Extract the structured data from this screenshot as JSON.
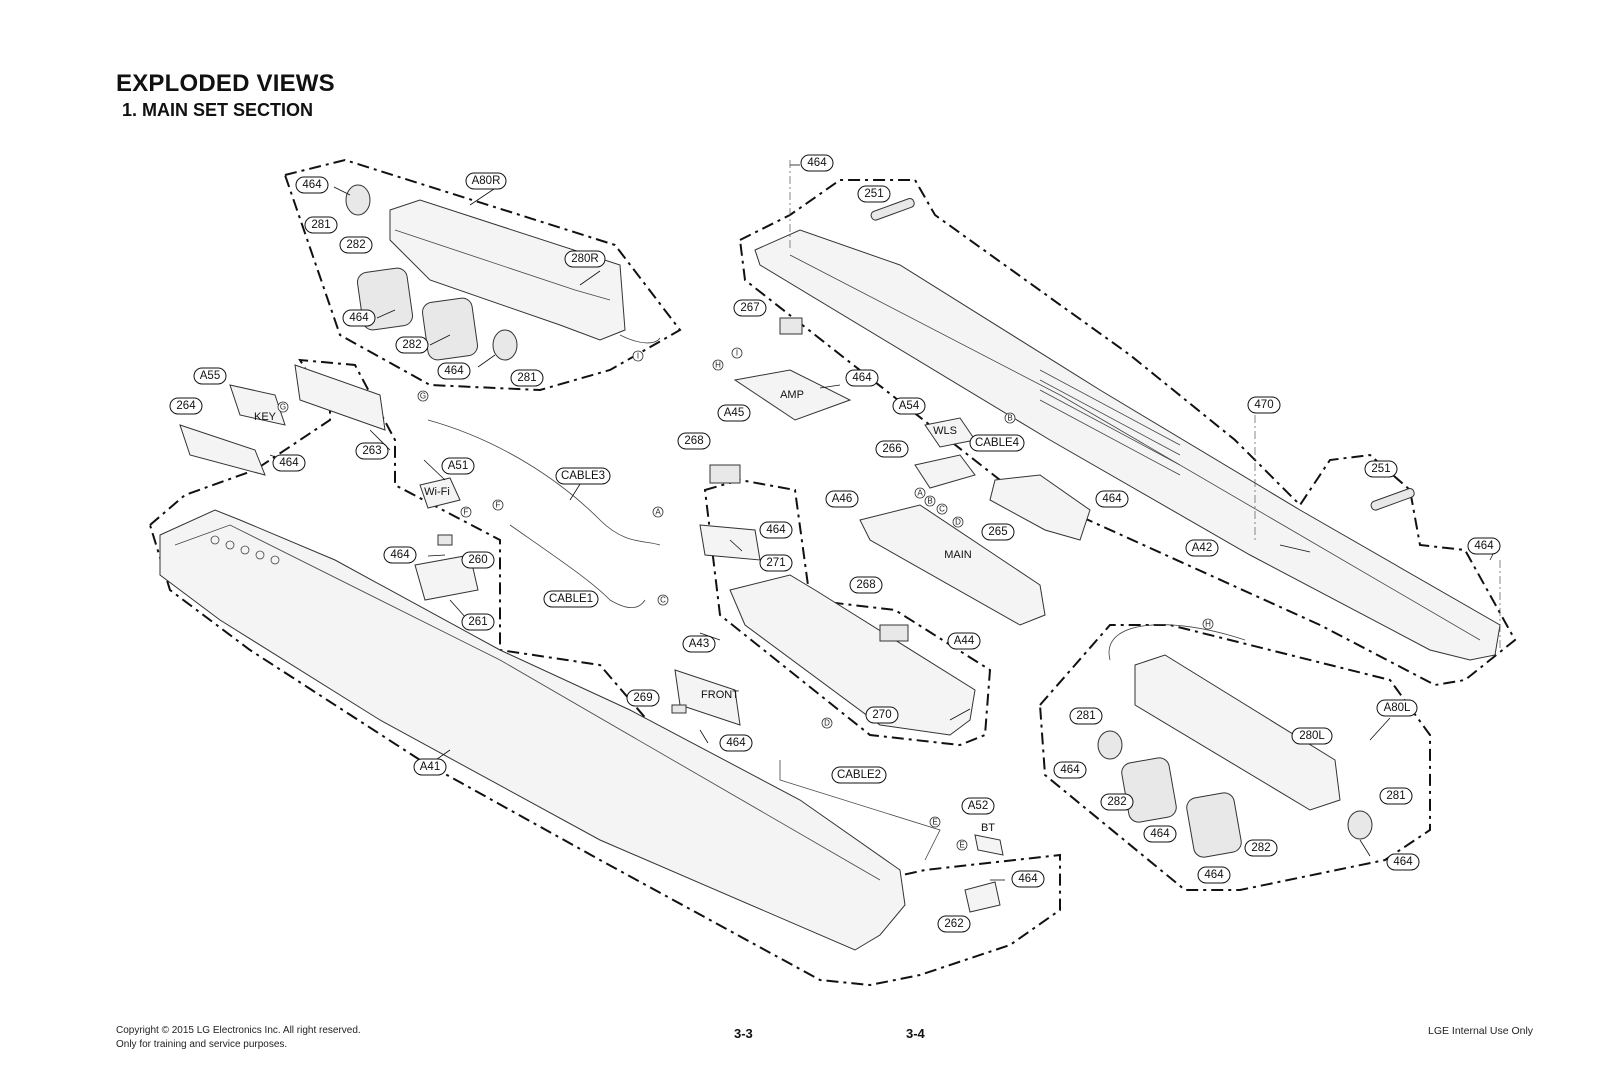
{
  "header": {
    "title": "EXPLODED VIEWS",
    "subtitle": "1. MAIN SET SECTION"
  },
  "diagram": {
    "callouts": [
      {
        "id": "c1",
        "label": "464"
      },
      {
        "id": "c2",
        "label": "A80R"
      },
      {
        "id": "c3",
        "label": "281"
      },
      {
        "id": "c4",
        "label": "282"
      },
      {
        "id": "c5",
        "label": "280R"
      },
      {
        "id": "c6",
        "label": "464"
      },
      {
        "id": "c7",
        "label": "282"
      },
      {
        "id": "c8",
        "label": "464"
      },
      {
        "id": "c9",
        "label": "281"
      },
      {
        "id": "c10",
        "label": "A55"
      },
      {
        "id": "c11",
        "label": "264"
      },
      {
        "id": "c12",
        "label": "464"
      },
      {
        "id": "c13",
        "label": "263"
      },
      {
        "id": "c14",
        "label": "A51"
      },
      {
        "id": "c15",
        "label": "CABLE3"
      },
      {
        "id": "c16",
        "label": "464"
      },
      {
        "id": "c17",
        "label": "260"
      },
      {
        "id": "c18",
        "label": "261"
      },
      {
        "id": "c19",
        "label": "CABLE1"
      },
      {
        "id": "c20",
        "label": "A41"
      },
      {
        "id": "c21",
        "label": "464"
      },
      {
        "id": "c22",
        "label": "251"
      },
      {
        "id": "c23",
        "label": "267"
      },
      {
        "id": "c24",
        "label": "464"
      },
      {
        "id": "c25",
        "label": "A45"
      },
      {
        "id": "c26",
        "label": "A54"
      },
      {
        "id": "c27",
        "label": "CABLE4"
      },
      {
        "id": "c28",
        "label": "266"
      },
      {
        "id": "c29",
        "label": "268"
      },
      {
        "id": "c30",
        "label": "464"
      },
      {
        "id": "c31",
        "label": "271"
      },
      {
        "id": "c32",
        "label": "A46"
      },
      {
        "id": "c33",
        "label": "265"
      },
      {
        "id": "c34",
        "label": "464"
      },
      {
        "id": "c35",
        "label": "268"
      },
      {
        "id": "c36",
        "label": "A44"
      },
      {
        "id": "c37",
        "label": "270"
      },
      {
        "id": "c38",
        "label": "A43"
      },
      {
        "id": "c39",
        "label": "269"
      },
      {
        "id": "c40",
        "label": "464"
      },
      {
        "id": "c41",
        "label": "CABLE2"
      },
      {
        "id": "c42",
        "label": "A52"
      },
      {
        "id": "c43",
        "label": "464"
      },
      {
        "id": "c44",
        "label": "262"
      },
      {
        "id": "c45",
        "label": "470"
      },
      {
        "id": "c46",
        "label": "A42"
      },
      {
        "id": "c47",
        "label": "251"
      },
      {
        "id": "c48",
        "label": "464"
      },
      {
        "id": "c49",
        "label": "A80L"
      },
      {
        "id": "c50",
        "label": "281"
      },
      {
        "id": "c51",
        "label": "280L"
      },
      {
        "id": "c52",
        "label": "464"
      },
      {
        "id": "c53",
        "label": "282"
      },
      {
        "id": "c54",
        "label": "281"
      },
      {
        "id": "c55",
        "label": "464"
      },
      {
        "id": "c56",
        "label": "282"
      },
      {
        "id": "c57",
        "label": "464"
      },
      {
        "id": "c58",
        "label": "464"
      }
    ],
    "board_labels": [
      {
        "id": "b1",
        "label": "KEY"
      },
      {
        "id": "b2",
        "label": "Wi-Fi"
      },
      {
        "id": "b3",
        "label": "AMP"
      },
      {
        "id": "b4",
        "label": "WLS"
      },
      {
        "id": "b5",
        "label": "MAIN"
      },
      {
        "id": "b6",
        "label": "FRONT"
      },
      {
        "id": "b7",
        "label": "BT"
      }
    ],
    "connectors": [
      {
        "id": "k1",
        "label": "I"
      },
      {
        "id": "k2",
        "label": "G"
      },
      {
        "id": "k3",
        "label": "G"
      },
      {
        "id": "k4",
        "label": "F"
      },
      {
        "id": "k5",
        "label": "F"
      },
      {
        "id": "k6",
        "label": "A"
      },
      {
        "id": "k7",
        "label": "C"
      },
      {
        "id": "k8",
        "label": "H"
      },
      {
        "id": "k9",
        "label": "I"
      },
      {
        "id": "k10",
        "label": "B"
      },
      {
        "id": "k11",
        "label": "A"
      },
      {
        "id": "k12",
        "label": "B"
      },
      {
        "id": "k13",
        "label": "C"
      },
      {
        "id": "k14",
        "label": "D"
      },
      {
        "id": "k15",
        "label": "D"
      },
      {
        "id": "k16",
        "label": "E"
      },
      {
        "id": "k17",
        "label": "E"
      },
      {
        "id": "k18",
        "label": "H"
      }
    ]
  },
  "footer": {
    "copyright_line1": "Copyright © 2015 LG Electronics Inc. All right reserved.",
    "copyright_line2": "Only for training and service purposes.",
    "page_left": "3-3",
    "page_right": "3-4",
    "internal_use": "LGE Internal Use Only"
  }
}
